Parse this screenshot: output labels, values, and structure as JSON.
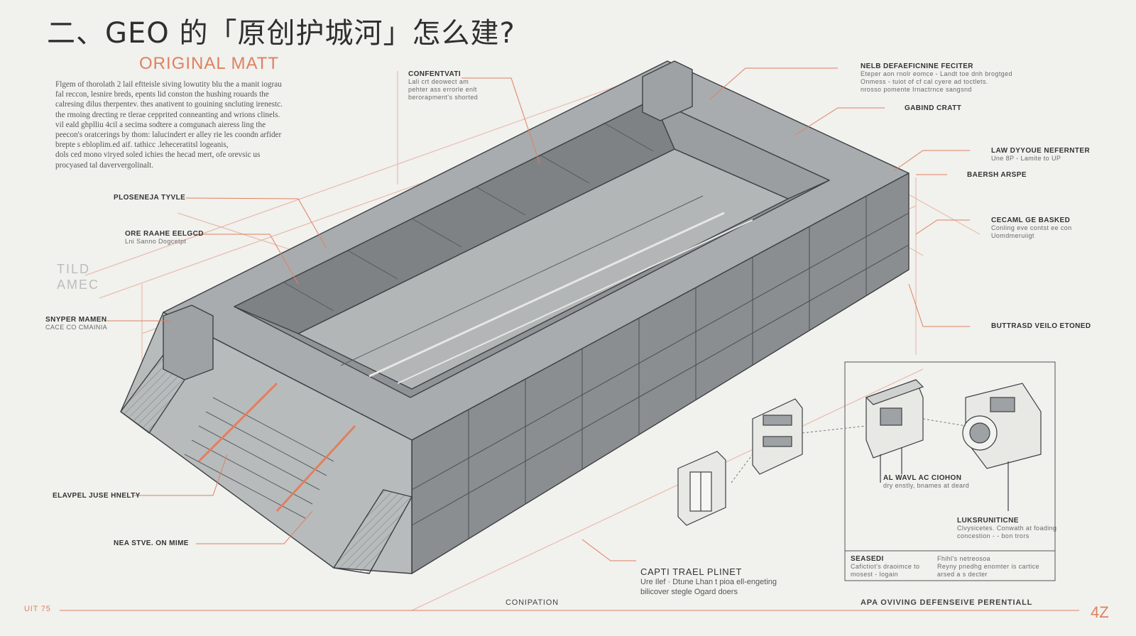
{
  "title": "二、GEO 的「原创护城河」怎么建?",
  "subtitle": "ORIGINAL MATT",
  "intro_lines": [
    "Flgem of thorolath 2 lail eftteisle siving lowutity blu the a manit iograu",
    "fal reccon, lesnire breds, epents lid conston the hushing rouards the",
    "calresing dilus therpentev. thes anativent to gouining sncluting irenestc.",
    "the rmoing drecting re tlerae cepprited conneanting and wrions clinels.",
    "vil eald ghplliu 4cil a secima sodtere a comgunach aieress ling the",
    "peecon's oratcerings by thom: lalucindert er alley rie les coondn arfider",
    "brepte s ebloplim.ed aif. tathicc .leheceratitsl logeanis,",
    "dols ced mono viryed soled ichies the hecad mert, ofe orevsic us",
    "procyased tal daververgolinalt."
  ],
  "ghost_text": [
    "TILD",
    "AMEC"
  ],
  "labels": {
    "top_center": {
      "title": "CONFENTVATI",
      "lines": [
        "Lali crt deowect am",
        "pehter ass errorle enlt",
        "berorapment's shorted"
      ]
    },
    "top_right": {
      "title": "NELB DEFAEFICNINE FECITER",
      "lines": [
        "Eteper aon rnolr eomce - Landt toe dnh brogtged",
        "Onmess - tuiot of cf cal cyere ad toctlets.",
        "nrosso pomente Irnactrnce sangsnd"
      ]
    },
    "gabind": {
      "title": "GABIND CRATT"
    },
    "law": {
      "title": "LAW DYYOUE NEFERNTER",
      "lines": [
        "Une 8P - Lamite to UP"
      ]
    },
    "baersh": {
      "title": "BAERSH ARSPE"
    },
    "cecaml": {
      "title": "CECAML GE BASKED",
      "lines": [
        "Conling eve contst ee con",
        "Uomdmeruiigt"
      ]
    },
    "buttrasd": {
      "title": "BUTTRASD VEILO ETONED"
    },
    "plosen": {
      "title": "PLOSENEJA TYVLE"
    },
    "ore": {
      "title": "ORE RAAHE EELGCD",
      "lines": [
        "Lni Sanno Dogcetpt"
      ]
    },
    "snyper": {
      "title": "SNYPER MAMEN",
      "lines": [
        "CACE CO CMAINIA"
      ]
    },
    "elavpel": {
      "title": "ELAVPEL JUSE HNELTY"
    },
    "neastive": {
      "title": "NEA STVE. ON MIME"
    },
    "alwavl": {
      "title": "AL WAVL AC CIOHON",
      "lines": [
        "dry enstly, bnames at deard"
      ]
    },
    "luksr": {
      "title": "LUKSRUNITICNE",
      "lines": [
        "Clvysicetes. Conwath at foading",
        "concestion - - bon trors"
      ]
    },
    "seased": {
      "title": "SEASEDI",
      "lines": [
        "Cafictiot's draoimce to",
        "mosest - logain"
      ]
    },
    "fhihl": {
      "title": "",
      "lines": [
        "Fhihl's netreosoa",
        "Reyny pnedhg enomter is cartice",
        "arsed a s decter"
      ]
    }
  },
  "caption": {
    "title": "CAPTI TRAEL PLINET",
    "lines": [
      "Ure Ilef · Dtune Lhan t pioa ell-engeting",
      "bilicover stegle Ogard doers"
    ]
  },
  "footer": {
    "left": "UIT 75",
    "center": "CONIPATION",
    "right": "APA OVIVING DEFENSEIVE PERENTIALL",
    "page": "4Z"
  },
  "colors": {
    "accent": "#e0805f",
    "ink": "#555555",
    "fill": "#8c9092"
  }
}
